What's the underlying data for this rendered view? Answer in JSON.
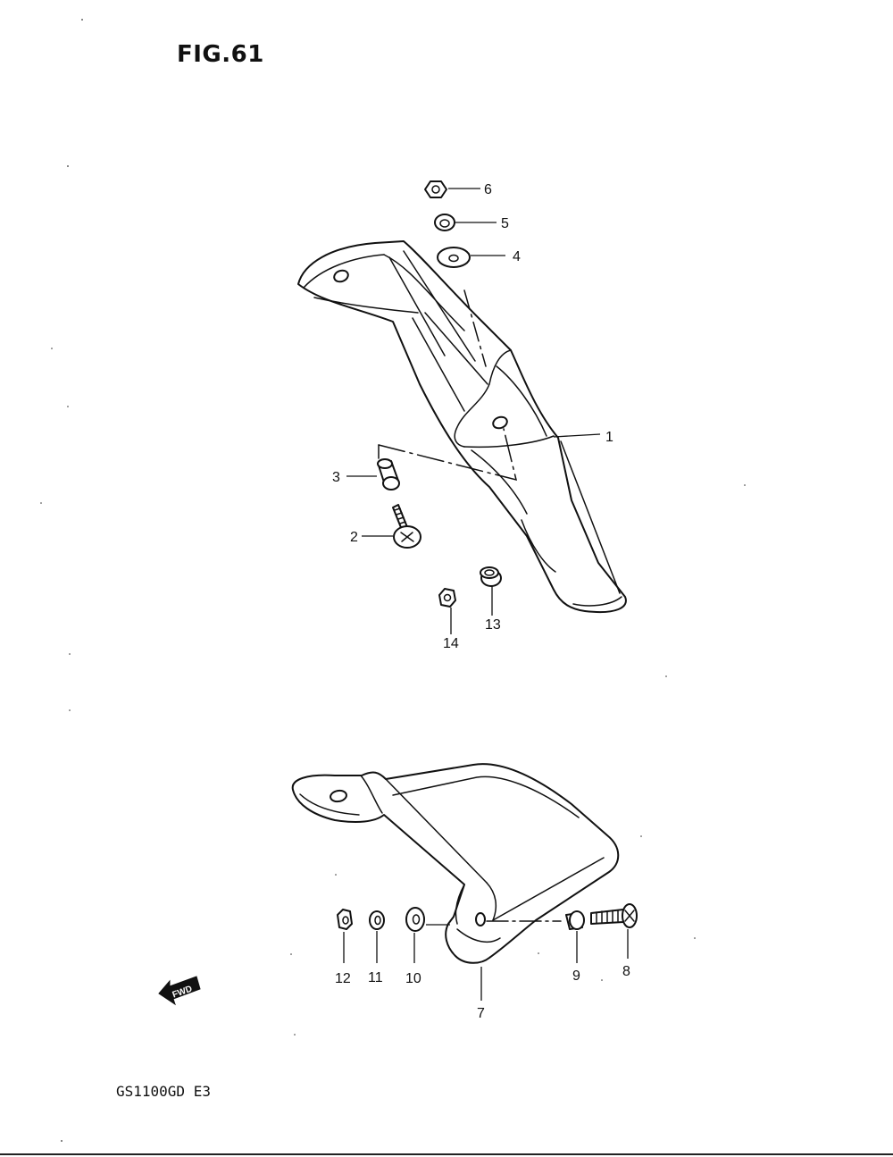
{
  "header": {
    "figure_label": "FIG.61"
  },
  "footer": {
    "model_code": "GS1100GD E3"
  },
  "forward_arrow": {
    "text": "FWD"
  },
  "callouts": {
    "c1": "1",
    "c2": "2",
    "c3": "3",
    "c4": "4",
    "c5": "5",
    "c6": "6",
    "c7": "7",
    "c8": "8",
    "c9": "9",
    "c10": "10",
    "c11": "11",
    "c12": "12",
    "c13": "13",
    "c14": "14"
  }
}
